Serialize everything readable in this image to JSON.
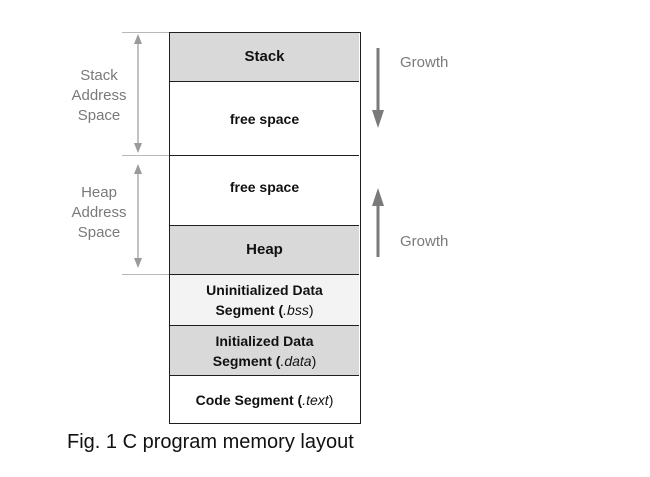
{
  "segments": {
    "stack": "Stack",
    "free_top": "free space",
    "free_bottom": "free space",
    "heap": "Heap",
    "bss_line1": "Uninitialized Data",
    "bss_line2": "Segment (",
    "bss_ital": ".bss",
    "bss_close": ")",
    "data_line1": "Initialized Data",
    "data_line2": "Segment (",
    "data_ital": ".data",
    "data_close": ")",
    "code_line": "Code Segment (",
    "code_ital": ".text",
    "code_close": ")"
  },
  "stack_label": [
    "Stack",
    "Address",
    "Space"
  ],
  "heap_label": [
    "Heap",
    "Address",
    "Space"
  ],
  "growth_top": "Growth",
  "growth_bottom": "Growth",
  "caption": "Fig. 1 C program memory layout",
  "colors": {
    "segment_gray": "#d9d9d9",
    "label_gray": "#7a7a7a",
    "border": "#1f1f1f"
  }
}
